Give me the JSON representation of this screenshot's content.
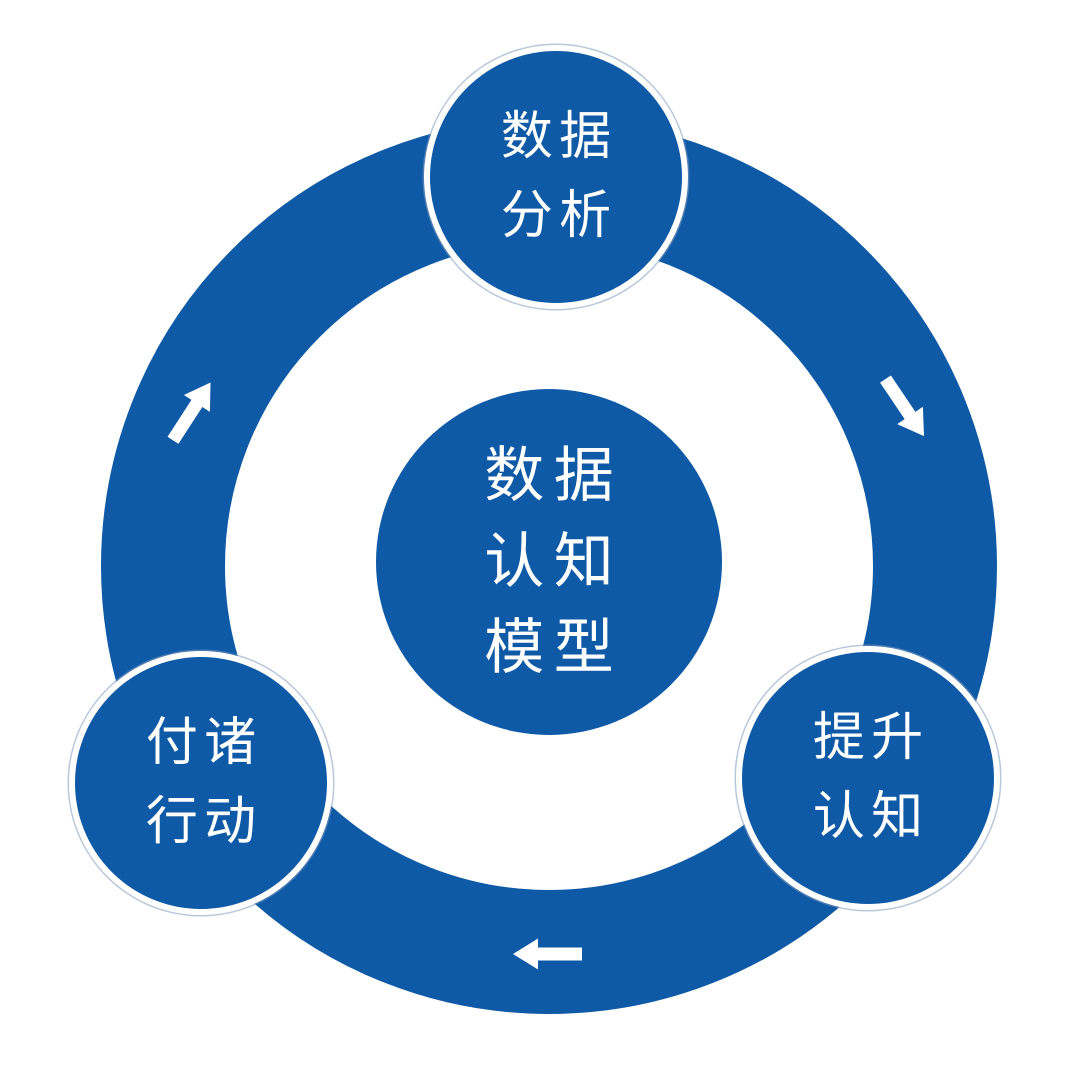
{
  "diagram": {
    "type": "cycle",
    "background_color": "#ffffff",
    "accent_color": "#0e5aa6",
    "text_color": "#ffffff",
    "center": {
      "label": "数据认知模型",
      "lines": [
        "数据",
        "认知",
        "模型"
      ]
    },
    "nodes": [
      {
        "id": "data-analysis",
        "position": "top",
        "label": "数据分析",
        "lines": [
          "数据",
          "分析"
        ]
      },
      {
        "id": "improve-cognition",
        "position": "bottom-right",
        "label": "提升认知",
        "lines": [
          "提升",
          "认知"
        ]
      },
      {
        "id": "take-action",
        "position": "bottom-left",
        "label": "付诸行动",
        "lines": [
          "付诸",
          "行动"
        ]
      }
    ],
    "arrows": [
      {
        "id": "arrow-right-side",
        "direction": "down-right",
        "meaning": "clockwise flow from 数据分析 to 提升认知"
      },
      {
        "id": "arrow-bottom",
        "direction": "left",
        "meaning": "clockwise flow from 提升认知 to 付诸行动"
      },
      {
        "id": "arrow-upper-left",
        "direction": "up-right",
        "meaning": "clockwise flow from 付诸行动 to 数据分析"
      }
    ]
  }
}
